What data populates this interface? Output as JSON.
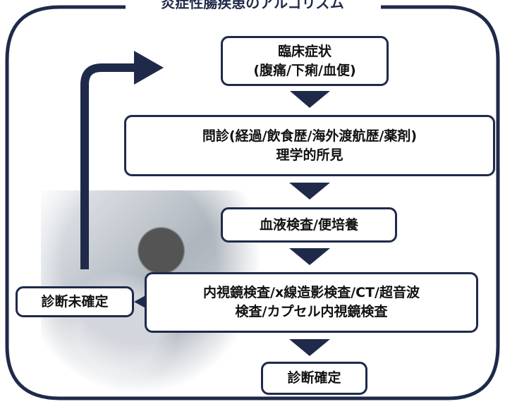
{
  "title": "炎症性腸疾患のアルゴリズム",
  "nodes": {
    "clinical": {
      "line1": "臨床症状",
      "line2": "(腹痛/下痢/血便)"
    },
    "history": {
      "line1": "問診(経過/飲食歴/海外渡航歴/薬剤)",
      "line2": "理学的所見"
    },
    "blood": {
      "label": "血液検査/便培養"
    },
    "endoscopy": {
      "line1": "内視鏡検査/x線造影検査/CT/超音波",
      "line2": "検査/カプセル内視鏡検査"
    },
    "undetermined": {
      "label": "診断未確定"
    },
    "confirmed": {
      "label": "診断確定"
    }
  },
  "colors": {
    "frame": "#1f2a4a",
    "arrow": "#1f2a4a"
  },
  "image": {
    "description_icon": "endoscope-photo"
  }
}
